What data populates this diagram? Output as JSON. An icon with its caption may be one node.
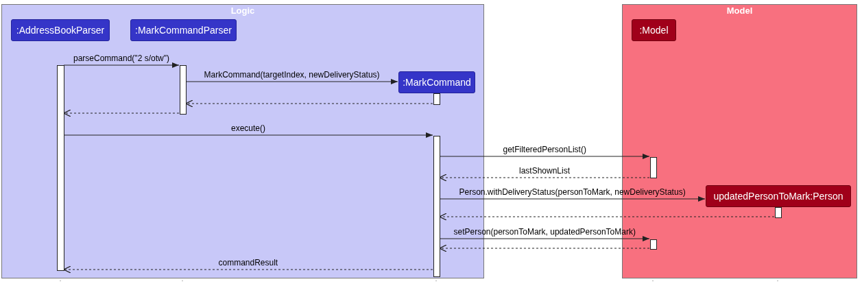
{
  "diagram": {
    "nodes": [
      {
        "text": [
          "Logic"
        ]
      },
      {
        "text": [
          ":AddressBookParser"
        ],
        "in": 0
      },
      {
        "text": [
          ":MarkCommandParser"
        ],
        "in": 0
      },
      {
        "text": [
          ":MarkCommand"
        ],
        "in": 0
      },
      {
        "text": [
          "Model"
        ]
      },
      {
        "text": [
          ":Model"
        ],
        "in": 4
      },
      {
        "text": [
          "updatedPersonToMark:Person"
        ],
        "in": 4
      },
      {
        "text": [],
        "shape": "bar",
        "in": 0
      },
      {
        "text": [],
        "shape": "bar",
        "in": 0
      },
      {
        "text": [],
        "shape": "bar",
        "in": 0
      },
      {
        "text": [],
        "shape": "bar",
        "in": 0
      },
      {
        "text": [],
        "shape": "bar",
        "in": 4
      },
      {
        "text": [],
        "shape": "bar",
        "in": 4
      },
      {
        "text": [],
        "shape": "bar",
        "in": 4
      }
    ],
    "edges": [
      {
        "from": 7,
        "to": 8,
        "arrow": "to",
        "label": "parseCommand(\"2 s/otw\")"
      },
      {
        "from": 8,
        "to": 3,
        "arrow": "to",
        "label": "MarkCommand(targetIndex, newDeliveryStatus)"
      },
      {
        "from": 9,
        "to": 8,
        "arrow": "to",
        "style": "dashed"
      },
      {
        "from": 8,
        "to": 7,
        "arrow": "to",
        "style": "dashed"
      },
      {
        "from": 7,
        "to": 10,
        "arrow": "to",
        "label": "execute()"
      },
      {
        "from": 10,
        "to": 11,
        "arrow": "to",
        "label": "getFilteredPersonList()"
      },
      {
        "from": 11,
        "to": 10,
        "arrow": "to",
        "style": "dashed",
        "label": "lastShownList"
      },
      {
        "from": 10,
        "to": 6,
        "arrow": "to",
        "label": "Person.withDeliveryStatus(personToMark, newDeliveryStatus)"
      },
      {
        "from": 12,
        "to": 10,
        "arrow": "to",
        "style": "dashed"
      },
      {
        "from": 10,
        "to": 13,
        "arrow": "to",
        "label": "setPerson(personToMark, updatedPersonToMark)"
      },
      {
        "from": 13,
        "to": 10,
        "arrow": "to",
        "style": "dashed"
      },
      {
        "from": 10,
        "to": 7,
        "arrow": "to",
        "style": "dashed",
        "label": "commandResult"
      }
    ]
  }
}
